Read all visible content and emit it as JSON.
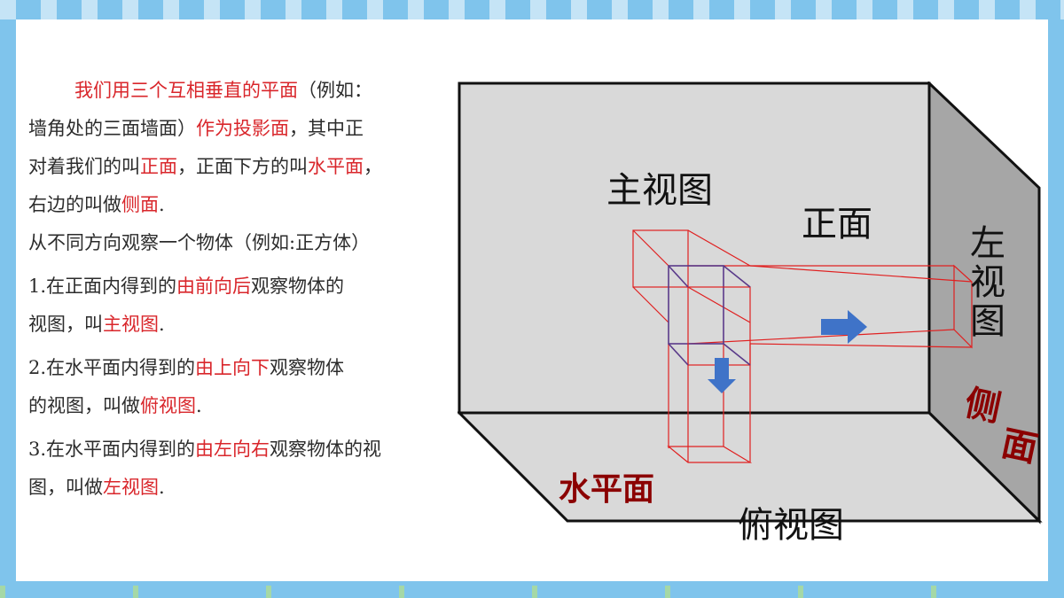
{
  "paragraph": {
    "line1": {
      "a": "我们用三个互相垂直的平面",
      "b": "（例如："
    },
    "line2": {
      "a": "墙角处的三面墙面）",
      "b": "作为投影面",
      "c": "，其中正"
    },
    "line3": {
      "a": "对着我们的叫",
      "b": "正面",
      "c": "，正面下方的叫",
      "d": "水平面",
      "e": "，"
    },
    "line4": {
      "a": "右边的叫做",
      "b": "侧面",
      "c": "."
    },
    "line5": "从不同方向观察一个物体（例如:正方体）"
  },
  "items": [
    {
      "line1_a": "1.在正面内得到的",
      "line1_b": "由前向后",
      "line1_c": "观察物体的",
      "line2_a": "视图，叫",
      "line2_b": "主视图",
      "line2_c": "."
    },
    {
      "line1_a": "2.在水平面内得到的",
      "line1_b": "由上向下",
      "line1_c": "观察物体",
      "line2_a": "的视图，叫做",
      "line2_b": "俯视图",
      "line2_c": "."
    },
    {
      "line1_a": "3.在水平面内得到的",
      "line1_b": "由左向右",
      "line1_c": "观察物体的视",
      "line2_a": "图，叫做",
      "line2_b": "左视图",
      "line2_c": "."
    }
  ],
  "diagram": {
    "front_view_label": "主视图",
    "front_plane_label": "正面",
    "left_view_label": [
      "左",
      "视",
      "图"
    ],
    "side_plane_label": [
      "侧",
      "面"
    ],
    "horizontal_plane_label": "水平面",
    "top_view_label": "俯视图",
    "colors": {
      "plane": "#d9d9d9",
      "side_plane": "#a6a6a6",
      "projection": "#e02020",
      "arrow": "#3f73c8",
      "dark_red": "#8b0000"
    }
  }
}
